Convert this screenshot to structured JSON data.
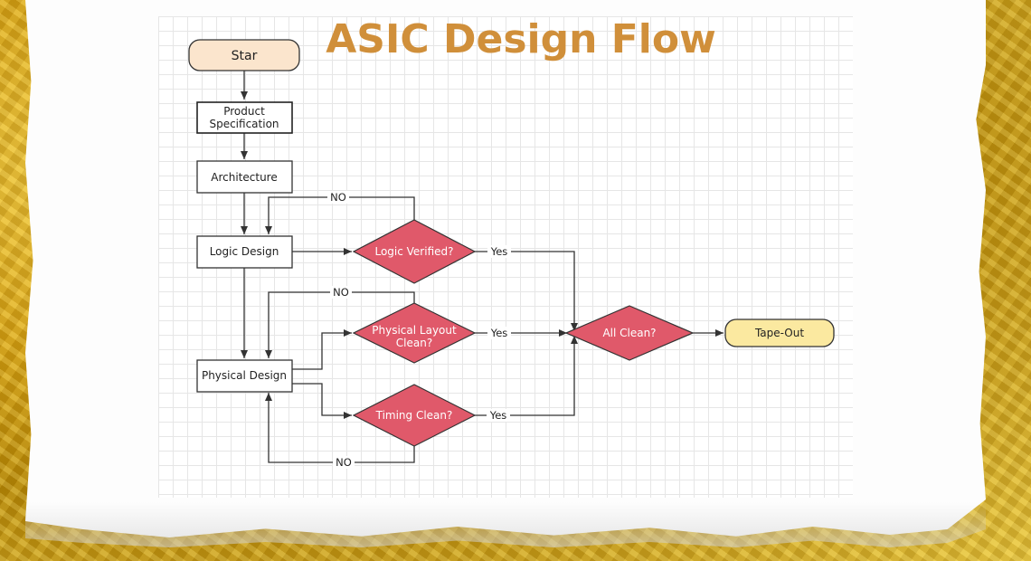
{
  "title": "ASIC Design Flow",
  "colors": {
    "title": "#d08f3a",
    "start_fill": "#fbe5cd",
    "end_fill": "#fbe9a0",
    "decision_fill": "#e0596a",
    "process_fill": "#ffffff",
    "line": "#333333"
  },
  "nodes": {
    "start": "Star",
    "product_spec_line1": "Product",
    "product_spec_line2": "Specification",
    "architecture": "Architecture",
    "logic_design": "Logic Design",
    "physical_design": "Physical Design",
    "logic_verified": "Logic Verified?",
    "physical_layout_line1": "Physical Layout",
    "physical_layout_line2": "Clean?",
    "timing_clean": "Timing Clean?",
    "all_clean": "All Clean?",
    "tape_out": "Tape-Out"
  },
  "edge_labels": {
    "logic_no": "NO",
    "logic_yes": "Yes",
    "layout_no": "NO",
    "layout_yes": "Yes",
    "timing_no": "NO",
    "timing_yes": "Yes"
  }
}
